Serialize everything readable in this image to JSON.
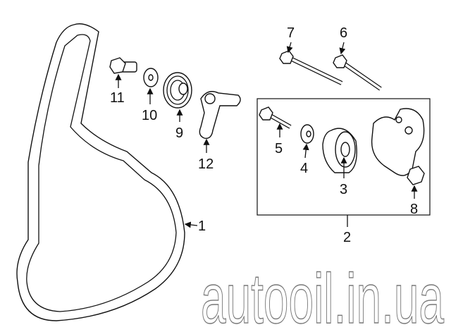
{
  "callouts": {
    "belt": "1",
    "tensioner_assembly": "2",
    "pulley": "3",
    "washer_small": "4",
    "bolt_short": "5",
    "bolt_long_right": "6",
    "bolt_long_left": "7",
    "nut": "8",
    "idler_pulley": "9",
    "washer": "10",
    "bolt": "11",
    "bracket": "12"
  },
  "watermark": "autooil.in.ua"
}
